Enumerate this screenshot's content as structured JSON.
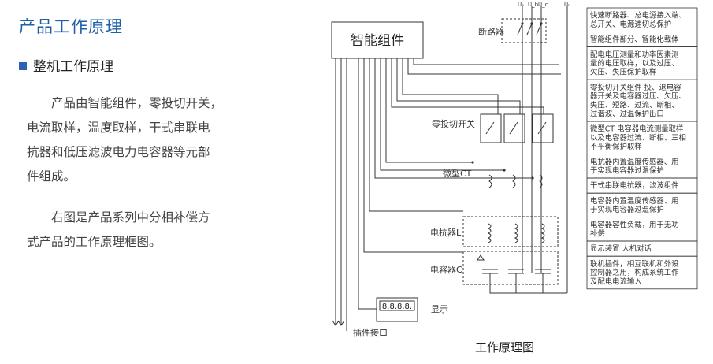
{
  "header": {
    "title": "产品工作原理"
  },
  "section": {
    "title": "整机工作原理"
  },
  "paragraphs": [
    [
      "产品由智能组件，零投切开关，",
      "电流取样，温度取样，干式串联电",
      "抗器和低压滤波电力电容器等元部",
      "件组成。"
    ],
    [
      "右图是产品系列中分相补偿方",
      "式产品的工作原理框图。"
    ]
  ],
  "diagram": {
    "smart_component": "智能组件",
    "breaker": "断路器",
    "phase_labels": [
      "Uₐ",
      "U_b",
      "U_c"
    ],
    "neutral_label": "Uₙ",
    "zero_switch": "零投切开关",
    "micro_ct": "微型CT",
    "reactor": "电抗器L",
    "capacitor": "电容器C",
    "display_digits": "8.8.8.8.",
    "display_label": "显示",
    "plugin_label": "插件接口",
    "caption": "工作原理图",
    "descriptions": [
      [
        "快速断路器、总电源接入端、",
        "总开关、电源速切总保护"
      ],
      [
        "智能组件部分、智能化载体"
      ],
      [
        "配电电压测量和功率因素测",
        "量的电压取样，以及过压、",
        "欠压、失压保护取样"
      ],
      [
        "零投切开关组件 投、退电容",
        "器开关及电容器过压、欠压、",
        "失压、短路、过流、断相、",
        "过谐波、过温保护出口"
      ],
      [
        "微型CT 电容器电流测量取样",
        "以及电容器过流、断相、三相",
        "不平衡保护取样"
      ],
      [
        "电抗器内置温度传感器、用",
        "于实现电容器过温保护"
      ],
      [
        "干式串联电抗器，滤波组件"
      ],
      [
        "电容器内置温度传感器、用",
        "于实现电容器过温保护"
      ],
      [
        "电容器容性负载，用于无功",
        "补偿"
      ],
      [
        "显示装置 人机对话"
      ],
      [
        "联机插件，相互联机和外设",
        "控制器之用，构成系统工作",
        "及配电电流输入"
      ]
    ]
  }
}
